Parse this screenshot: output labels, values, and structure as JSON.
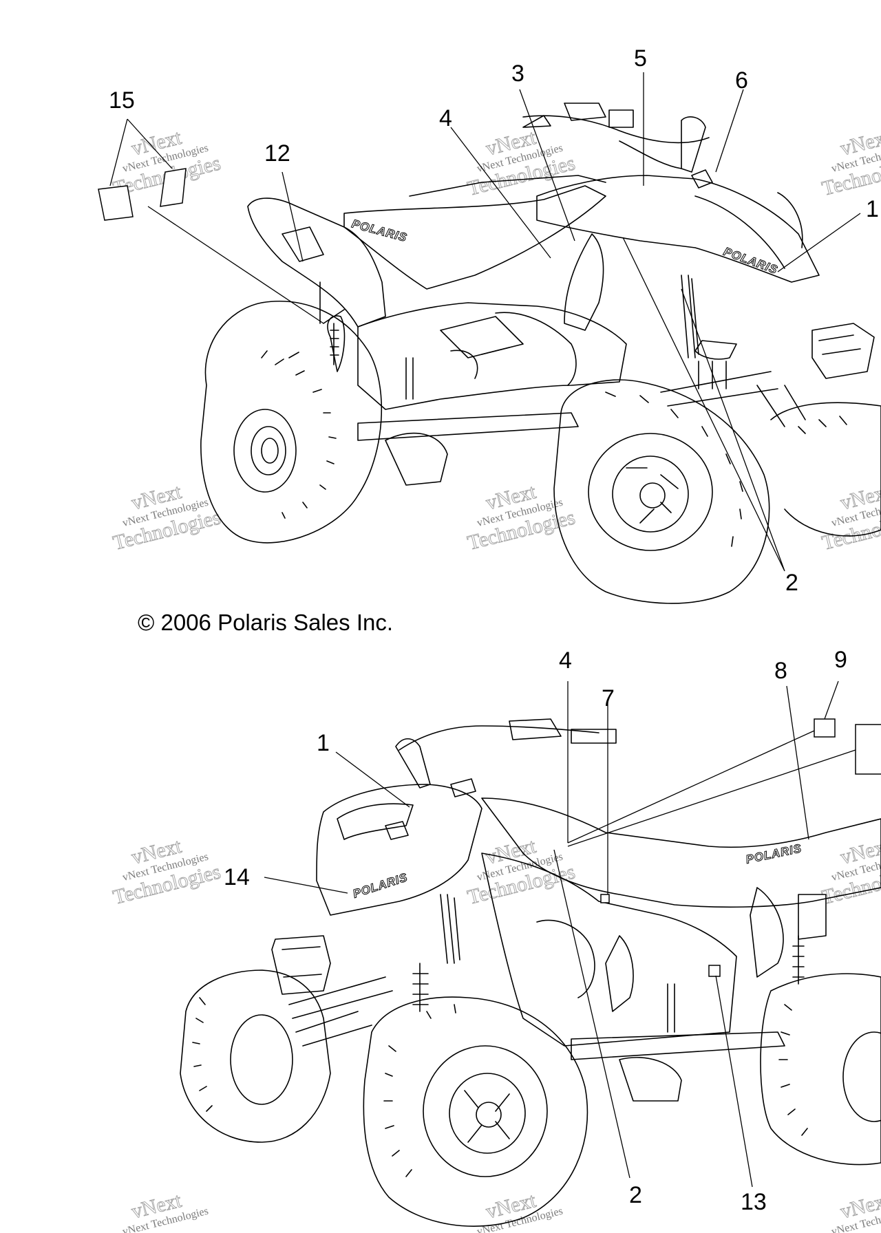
{
  "copyright": "© 2006 Polaris Sales Inc.",
  "watermark": {
    "line1": "vNext Technologies",
    "line2a": "vNext",
    "line2b": "Technologies"
  },
  "brand_text": "POLARIS",
  "top_view": {
    "callouts": [
      "15",
      "12",
      "4",
      "3",
      "5",
      "6",
      "1",
      "2"
    ]
  },
  "bottom_view": {
    "callouts": [
      "4",
      "7",
      "8",
      "9",
      "1",
      "14",
      "2",
      "13"
    ]
  }
}
